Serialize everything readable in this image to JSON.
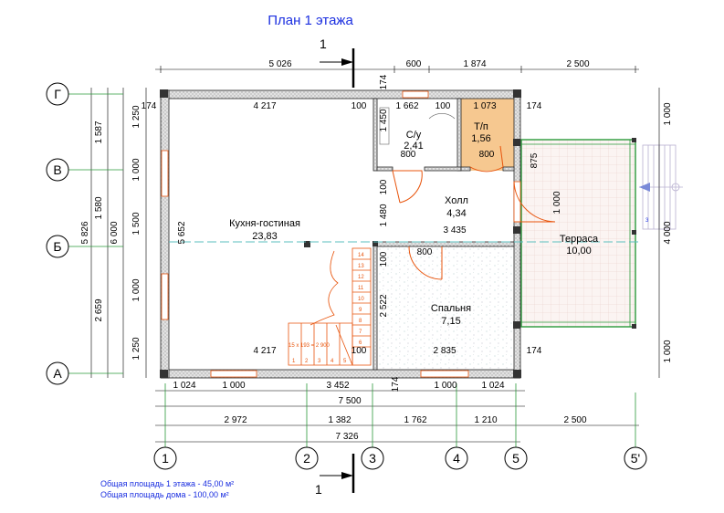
{
  "title": "План 1 этажа",
  "section_mark": "1",
  "rooms": {
    "kitchen": {
      "name": "Кухня-гостиная",
      "area": "23,83"
    },
    "bath": {
      "name": "С/у",
      "area": "2,41"
    },
    "tech": {
      "name": "Т/п",
      "area": "1,56"
    },
    "hall": {
      "name": "Холл",
      "area": "4,34"
    },
    "bedroom": {
      "name": "Спальня",
      "area": "7,15"
    },
    "terrace": {
      "name": "Терраса",
      "area": "10,00"
    }
  },
  "axes_x": [
    "1",
    "2",
    "3",
    "4",
    "5",
    "5'"
  ],
  "axes_y": [
    "Г",
    "В",
    "Б",
    "А"
  ],
  "top_dims": [
    "5 026",
    "600",
    "1 874",
    "2 500"
  ],
  "inner_top_dims": [
    "174",
    "4 217",
    "100",
    "1 662",
    "100",
    "1 073",
    "174"
  ],
  "inner_bottom_dims": [
    "4 217",
    "100",
    "2 835",
    "174"
  ],
  "bottom_row1": [
    "1 024",
    "1 000",
    "3 452",
    "1 000",
    "1 024"
  ],
  "bottom_row1_small": "174",
  "bottom_total": "7 500",
  "bottom_row2": [
    "2 972",
    "1 382",
    "1 762",
    "1 210",
    "2 500"
  ],
  "bottom_total2": "7 326",
  "left_col1": [
    "1 587",
    "1 580",
    "2 659"
  ],
  "left_col2": [
    "1 250",
    "1 000",
    "1 500",
    "1 000",
    "1 250"
  ],
  "left_overall": [
    "5 826",
    "6 000"
  ],
  "right_dims": [
    "1 000",
    "4 000",
    "1 000"
  ],
  "inner_dims": {
    "d5652": "5 652",
    "d174top": "174",
    "d1450": "1 450",
    "d800a": "800",
    "d800b": "800",
    "d800c": "800",
    "d100a": "100",
    "d1480": "1 480",
    "d3435": "3 435",
    "d100b": "100",
    "d2522": "2 522",
    "d875": "875",
    "d1000door": "1 000",
    "d174bottom": "174",
    "stair": "15 x 193 = 2 900"
  },
  "stair_steps": [
    "14",
    "13",
    "12",
    "11",
    "10",
    "9",
    "8",
    "7",
    "6",
    "5",
    "4",
    "3",
    "2",
    "1"
  ],
  "notes": [
    "Общая площадь 1 этажа - 45,00 м²",
    "Общая площадь дома - 100,00 м²"
  ],
  "colors": {
    "title": "#1a2ee0",
    "stair": "#e8540c",
    "tech_room": "#f6c890",
    "terrace_line": "#2a9a3a",
    "wall": "#e6e6e6"
  }
}
